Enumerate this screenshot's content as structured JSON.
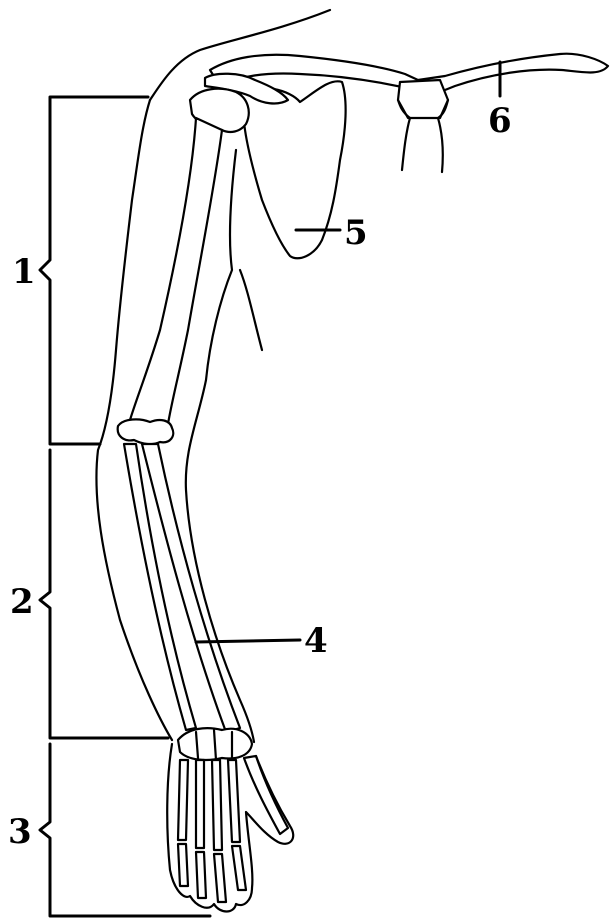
{
  "labels": {
    "l1": "1",
    "l2": "2",
    "l3": "3",
    "l4": "4",
    "l5": "5",
    "l6": "6"
  },
  "colors": {
    "ink": "#000000",
    "background": "#ffffff"
  }
}
